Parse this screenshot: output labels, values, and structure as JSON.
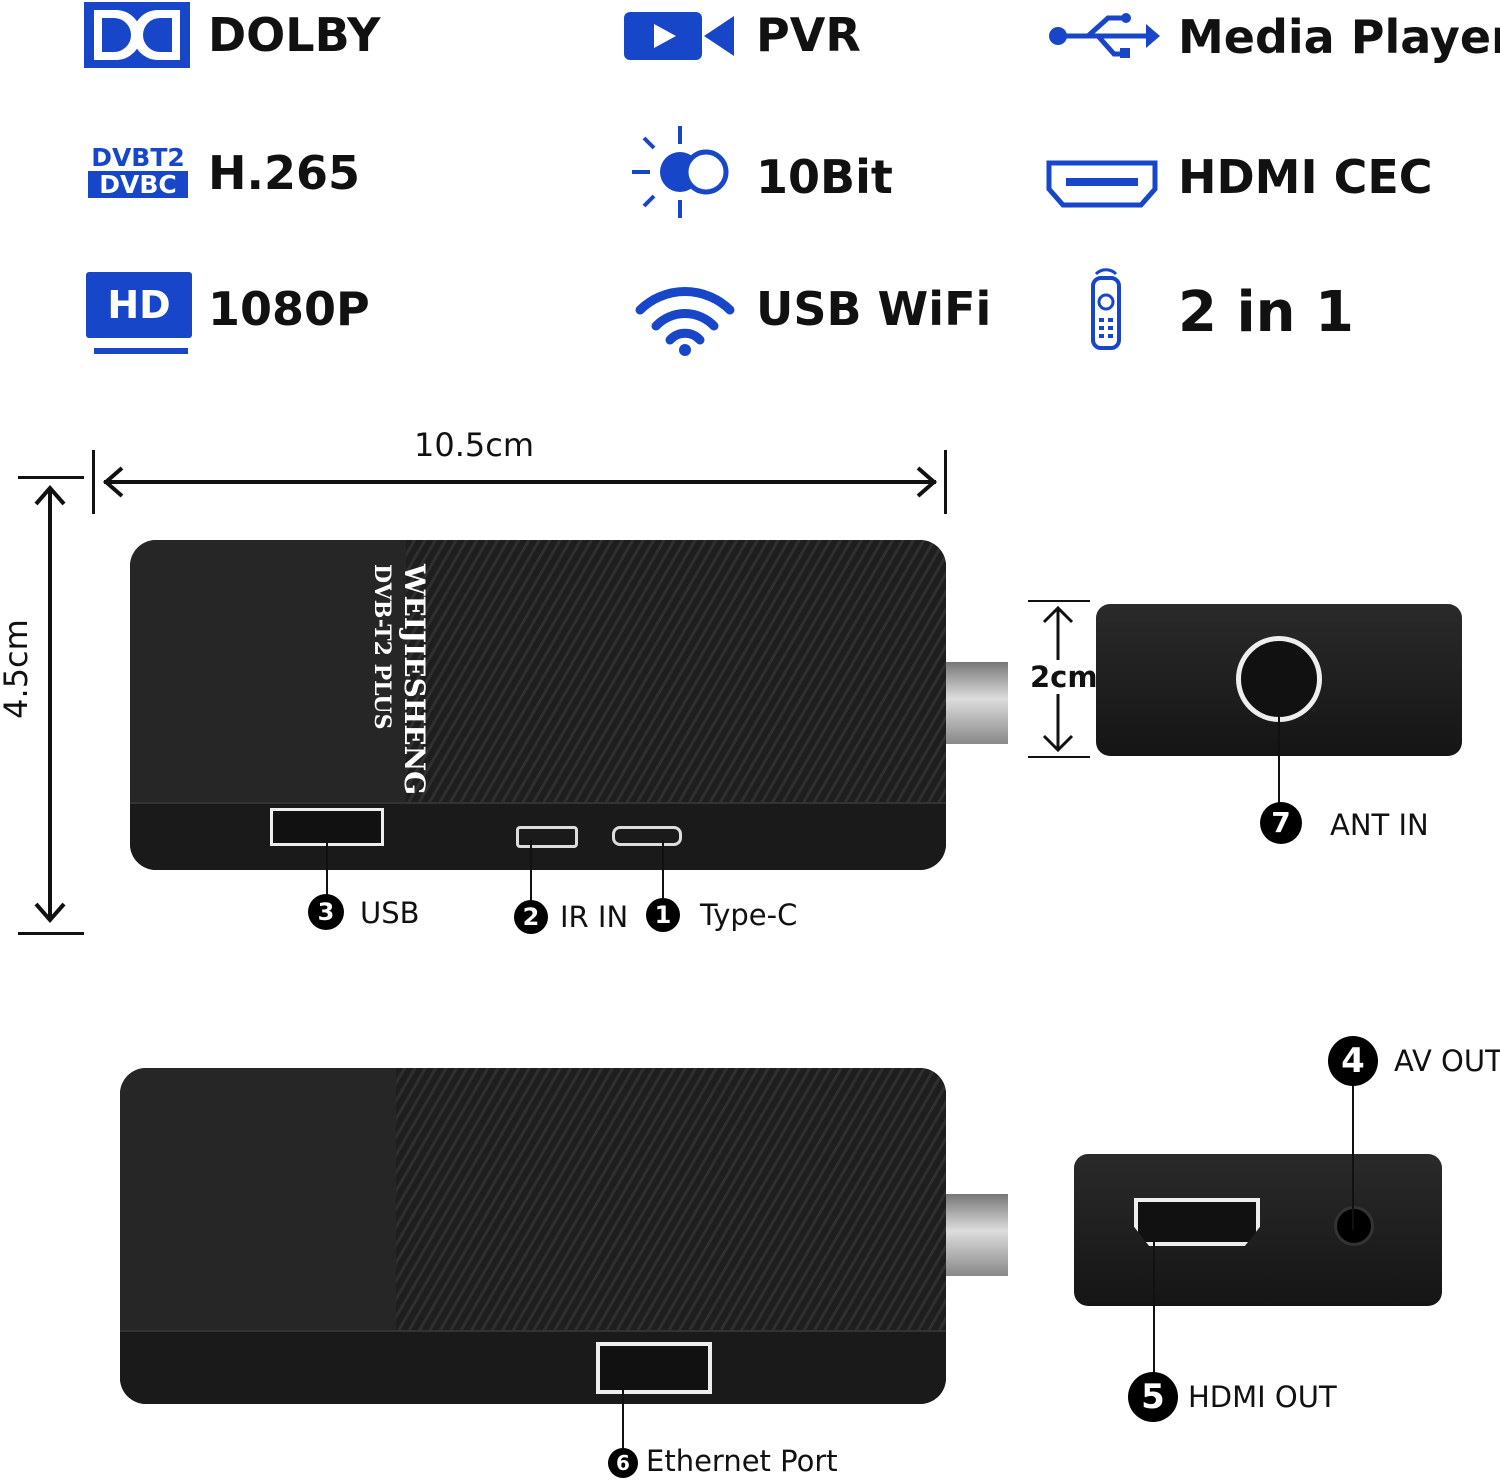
{
  "features": [
    {
      "label": "DOLBY",
      "icon": "dolby-icon"
    },
    {
      "label": "PVR",
      "icon": "video-camera-icon"
    },
    {
      "label": "Media Player",
      "icon": "usb-icon"
    },
    {
      "label": "H.265",
      "icon": "dvb-t2-dvbc-icon",
      "icon_text": [
        "DVBT2",
        "DVBC"
      ]
    },
    {
      "label": "10Bit",
      "icon": "color-depth-icon"
    },
    {
      "label": "HDMI CEC",
      "icon": "hdmi-icon"
    },
    {
      "label": "1080P",
      "icon": "hd-icon",
      "icon_text": "HD"
    },
    {
      "label": "USB WiFi",
      "icon": "wifi-icon"
    },
    {
      "label": "2 in 1",
      "icon": "remote-icon"
    }
  ],
  "accent_color": "#1747c8",
  "dimensions": {
    "width": "10.5cm",
    "height": "4.5cm",
    "depth": "2cm"
  },
  "device_text": {
    "brand": "WEIJIESHENG",
    "model": "DVB-T2 PLUS"
  },
  "ports": [
    {
      "num": "1",
      "label": "Type-C"
    },
    {
      "num": "2",
      "label": "IR IN"
    },
    {
      "num": "3",
      "label": "USB"
    },
    {
      "num": "4",
      "label": "AV OUT"
    },
    {
      "num": "5",
      "label": "HDMI OUT"
    },
    {
      "num": "6",
      "label": "Ethernet Port"
    },
    {
      "num": "7",
      "label": "ANT IN"
    }
  ]
}
